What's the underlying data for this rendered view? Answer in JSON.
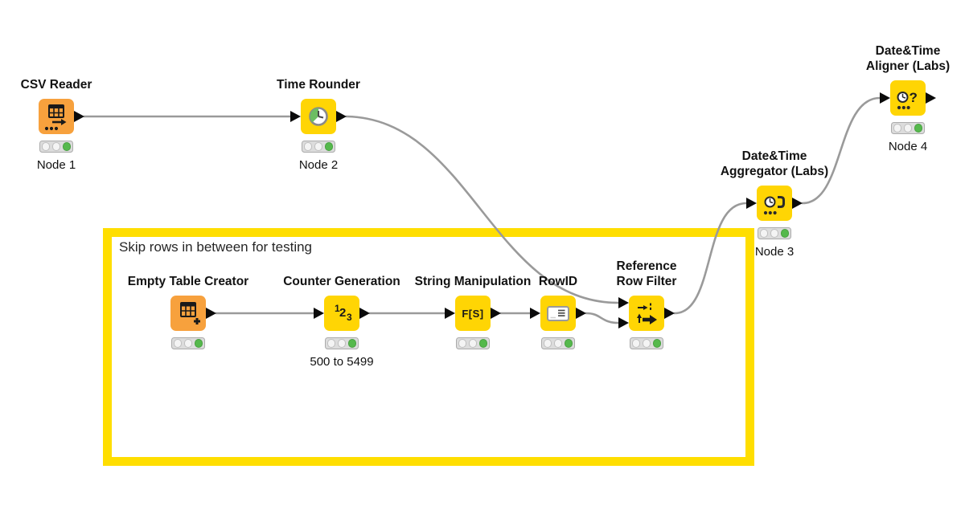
{
  "workflow": {
    "annotation": {
      "text": "Skip rows in between for testing"
    },
    "nodes": {
      "csv_reader": {
        "title": "CSV Reader",
        "label": "Node 1",
        "status_light": "green"
      },
      "time_rounder": {
        "title": "Time Rounder",
        "label": "Node 2",
        "status_light": "green"
      },
      "empty_table_creator": {
        "title": "Empty Table Creator",
        "status_light": "green"
      },
      "counter_generation": {
        "title": "Counter Generation",
        "label": "500 to 5499",
        "icon_digits": [
          "1",
          "2",
          "3"
        ],
        "status_light": "green"
      },
      "string_manipulation": {
        "title": "String Manipulation",
        "icon_text": "F[S]",
        "status_light": "green"
      },
      "rowid": {
        "title": "RowID",
        "status_light": "green"
      },
      "reference_row_filter": {
        "title_line1": "Reference",
        "title_line2": "Row Filter",
        "status_light": "green"
      },
      "datetime_aggregator": {
        "title_line1": "Date&Time",
        "title_line2": "Aggregator (Labs)",
        "label": "Node 3",
        "status_light": "green"
      },
      "datetime_aligner": {
        "title_line1": "Date&Time",
        "title_line2": "Aligner (Labs)",
        "label": "Node 4",
        "icon_text": "?",
        "status_light": "green"
      }
    },
    "colors": {
      "node_yellow": "#FFD504",
      "node_orange": "#F7A13D",
      "annotation_border": "#FFDE00",
      "wire_grey": "#9A9A9A",
      "port_black": "#0B0B0B",
      "status_green": "#55B94C",
      "status_idle": "#F4F4F4",
      "title_text": "#121212"
    }
  }
}
